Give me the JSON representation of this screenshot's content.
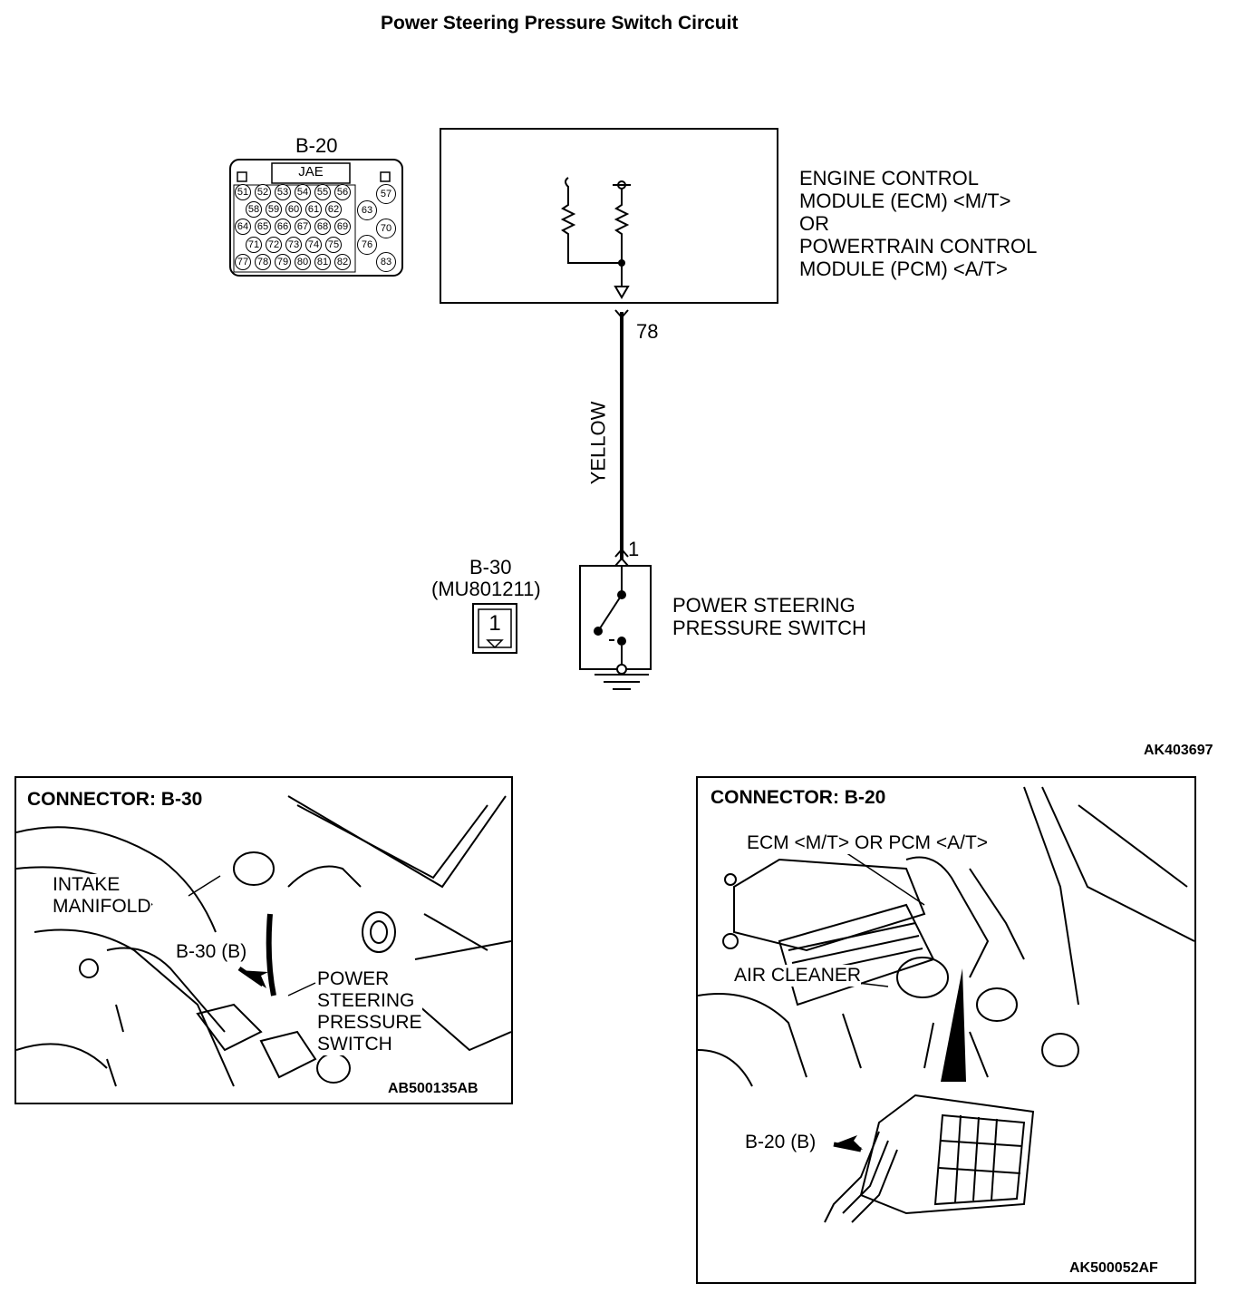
{
  "diagram": {
    "title": "Power Steering Pressure Switch Circuit",
    "figure_code": "AK403697"
  },
  "connector_b20": {
    "label": "B-20",
    "maker": "JAE",
    "pins_row1": [
      "51",
      "52",
      "53",
      "54",
      "55",
      "56"
    ],
    "pins_row2": [
      "58",
      "59",
      "60",
      "61",
      "62"
    ],
    "pins_row3": [
      "64",
      "65",
      "66",
      "67",
      "68",
      "69"
    ],
    "pins_row4": [
      "71",
      "72",
      "73",
      "74",
      "75"
    ],
    "pins_row5": [
      "77",
      "78",
      "79",
      "80",
      "81",
      "82"
    ],
    "pins_right": [
      "57",
      "63",
      "70",
      "76",
      "83"
    ]
  },
  "ecm": {
    "line1": "ENGINE CONTROL",
    "line2": "MODULE (ECM) <M/T>",
    "line3": "OR",
    "line4": "POWERTRAIN CONTROL",
    "line5": "MODULE (PCM) <A/T>"
  },
  "wire": {
    "terminal_top": "78",
    "color": "YELLOW",
    "terminal_bottom": "1"
  },
  "connector_b30": {
    "label": "B-30",
    "part_number": "(MU801211)",
    "pin": "1"
  },
  "switch": {
    "line1": "POWER STEERING",
    "line2": "PRESSURE SWITCH"
  },
  "panel_b30": {
    "title": "CONNECTOR: B-30",
    "intake_line1": "INTAKE",
    "intake_line2": "MANIFOLD",
    "connector_callout": "B-30 (B)",
    "switch_line1": "POWER",
    "switch_line2": "STEERING",
    "switch_line3": "PRESSURE",
    "switch_line4": "SWITCH",
    "figure_code": "AB500135AB"
  },
  "panel_b20": {
    "title": "CONNECTOR: B-20",
    "ecm_callout": "ECM <M/T> OR PCM <A/T>",
    "air_cleaner": "AIR CLEANER",
    "connector_callout": "B-20 (B)",
    "figure_code": "AK500052AF"
  }
}
